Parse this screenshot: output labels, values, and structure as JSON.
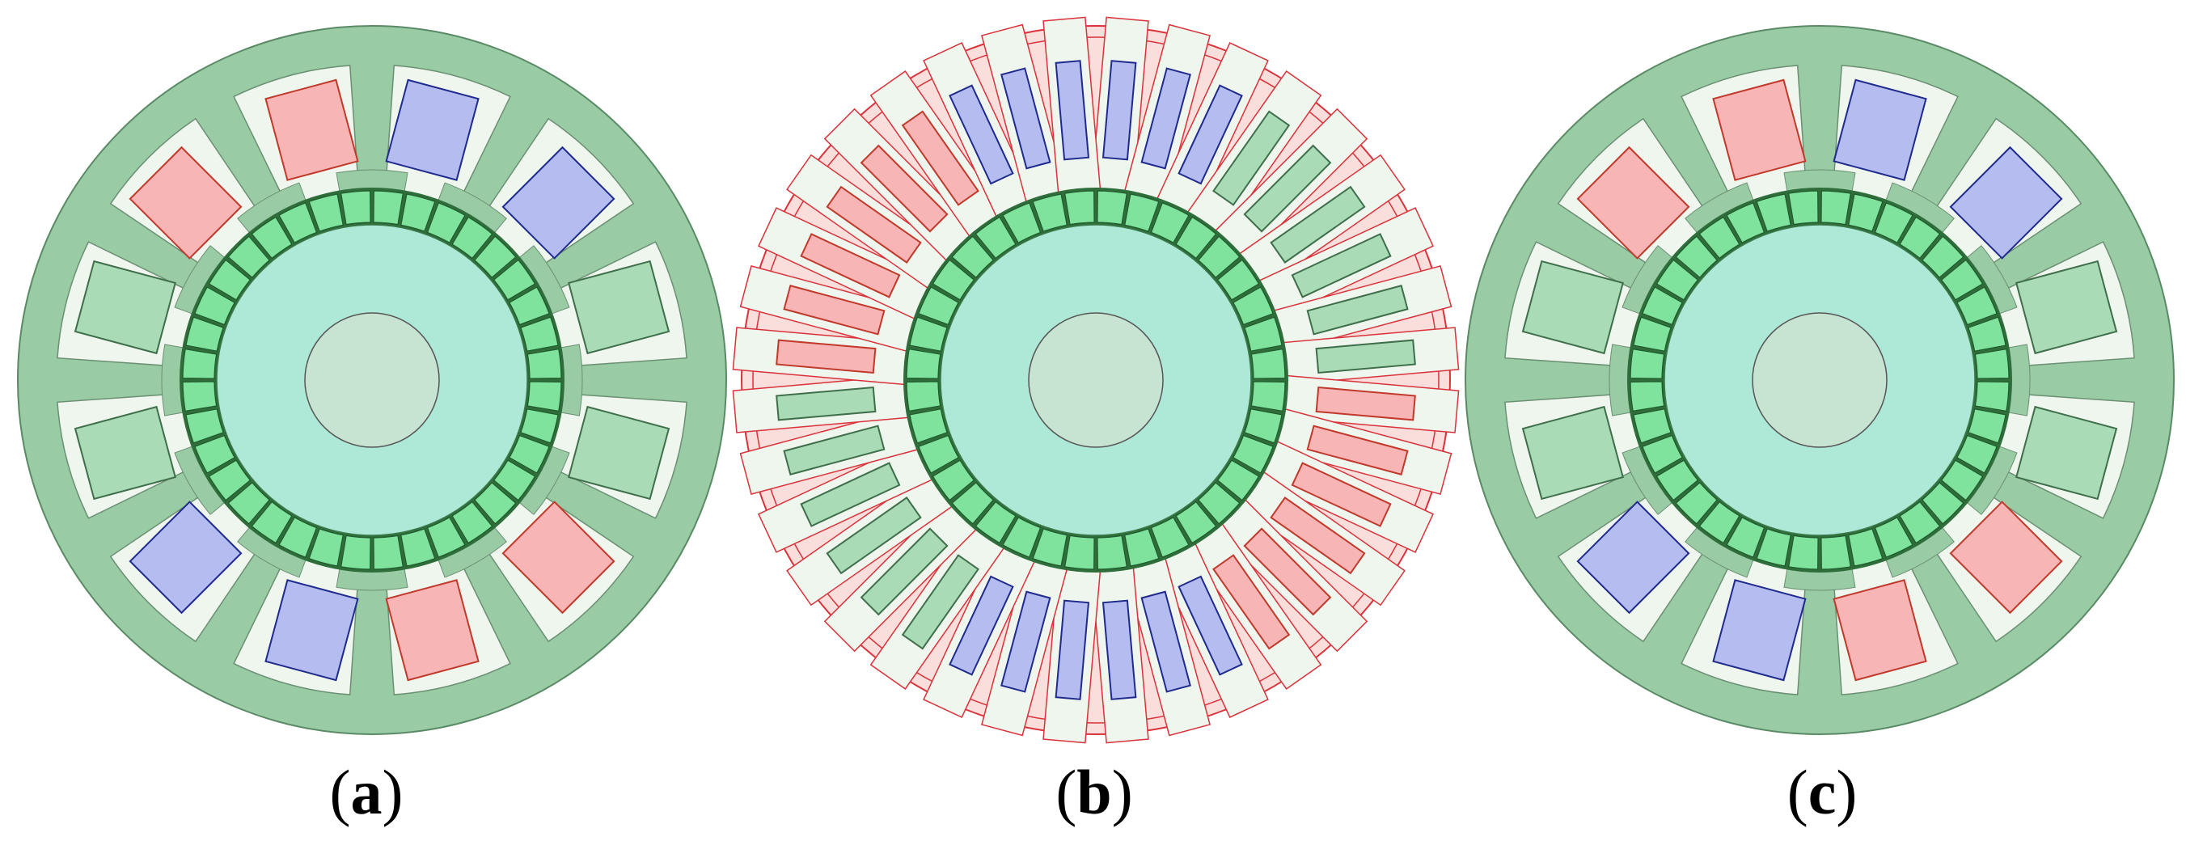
{
  "captions": {
    "a": "a",
    "b": "b",
    "c": "c"
  },
  "colors": {
    "stator_green_fill": "#99cca5",
    "stator_green_edge": "#5a8a65",
    "stator_red_fill": "#f9dedc",
    "stator_red_edge": "#d9323a",
    "slot_fill": "#eef6ee",
    "coil_red": "#f7b5b5",
    "coil_red_edge": "#c0392b",
    "coil_blue": "#b4bcf0",
    "coil_blue_edge": "#1f2a8c",
    "coil_green": "#a9dbb6",
    "coil_green_edge": "#3f6e4a",
    "magnet_fill": "#7fe39d",
    "magnet_edge": "#1f5a2c",
    "rotor_core": "#aee8d6",
    "shaft": "#c7e4d3"
  },
  "machines": [
    {
      "id": "a",
      "stator_type": "green",
      "slots": 12,
      "coil_phases": [
        "blue",
        "blue",
        "green",
        "green",
        "red",
        "red",
        "blue",
        "blue",
        "green",
        "green",
        "red",
        "red"
      ],
      "magnets": 36
    },
    {
      "id": "b",
      "stator_type": "red",
      "slots": 36,
      "coil_phases": [
        "blue",
        "blue",
        "blue",
        "green",
        "green",
        "green",
        "green",
        "green",
        "green",
        "red",
        "red",
        "red",
        "red",
        "red",
        "red",
        "blue",
        "blue",
        "blue",
        "blue",
        "blue",
        "blue",
        "green",
        "green",
        "green",
        "green",
        "green",
        "green",
        "red",
        "red",
        "red",
        "red",
        "red",
        "red",
        "blue",
        "blue",
        "blue"
      ],
      "magnets": 36
    },
    {
      "id": "c",
      "stator_type": "green",
      "slots": 12,
      "coil_phases": [
        "blue",
        "blue",
        "green",
        "green",
        "red",
        "red",
        "blue",
        "blue",
        "green",
        "green",
        "red",
        "red"
      ],
      "magnets": 36
    }
  ]
}
